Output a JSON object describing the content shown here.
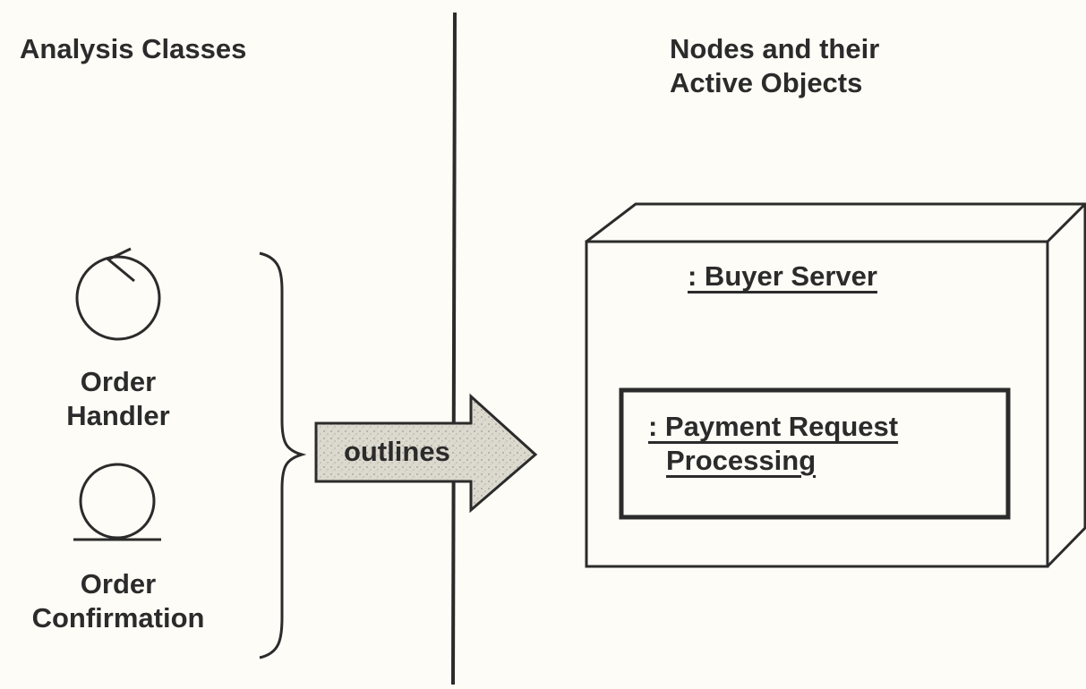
{
  "left_heading": "Analysis Classes",
  "right_heading": {
    "line1": "Nodes and their",
    "line2": "Active Objects"
  },
  "analysis_classes": [
    {
      "line1": "Order",
      "line2": "Handler",
      "icon": "control-class-icon"
    },
    {
      "line1": "Order",
      "line2": "Confirmation",
      "icon": "entity-class-icon"
    }
  ],
  "arrow_label": "outlines",
  "node": {
    "name": ": Buyer Server",
    "active_object": {
      "line1": ": Payment Request",
      "line2": "Processing"
    }
  },
  "colors": {
    "background": "#fdfcf6",
    "ink": "#2b2b2b",
    "arrow_fill": "#d9d6cc"
  }
}
